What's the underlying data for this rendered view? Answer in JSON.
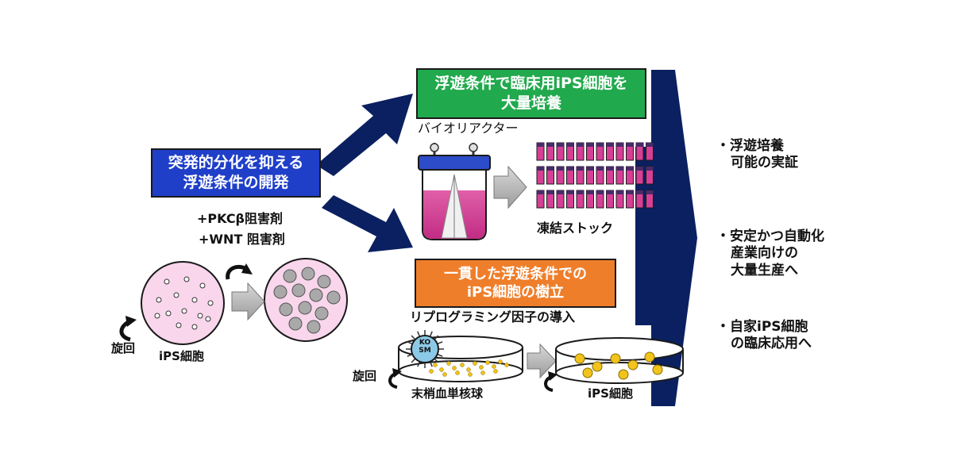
{
  "left_box": {
    "line1": "突発的分化を抑える",
    "line2": "浮遊条件の開発"
  },
  "inhibitors": {
    "line1": "+PKCβ阻害剤",
    "line2": "+WNT 阻害剤"
  },
  "left_bottom": {
    "rotation": "旋回",
    "cell_label": "iPS細胞"
  },
  "top_box": {
    "line1": "浮遊条件で臨床用iPS細胞を",
    "line2": "大量培養"
  },
  "bioreactor_label": "バイオリアクター",
  "frozen_stock_label": "凍結ストック",
  "bottom_box": {
    "line1": "一貫した浮遊条件での",
    "line2": "iPS細胞の樹立"
  },
  "reprogramming_label": "リプログラミング因子の導入",
  "virus_label": "KO SM",
  "bottom_row": {
    "rotation": "旋回",
    "source_label": "末梢血単核球",
    "result_label": "iPS細胞"
  },
  "outcomes": [
    {
      "line1": "・浮遊培養",
      "line2": "可能の実証",
      "line3": ""
    },
    {
      "line1": "・安定かつ自動化",
      "line2": "産業向けの",
      "line3": "大量生産へ"
    },
    {
      "line1": "・自家iPS細胞",
      "line2": "の臨床応用へ",
      "line3": ""
    }
  ],
  "colors": {
    "navy": "#0b2060",
    "blue_box": "#1f3fc9",
    "green_box": "#21a94d",
    "orange_box": "#ef7e2b",
    "pink_dish": "#f9d6ec",
    "magenta_medium": "#d63f95",
    "gray_cell": "#a9a9a9",
    "yellow_cell": "#f2c31a"
  }
}
